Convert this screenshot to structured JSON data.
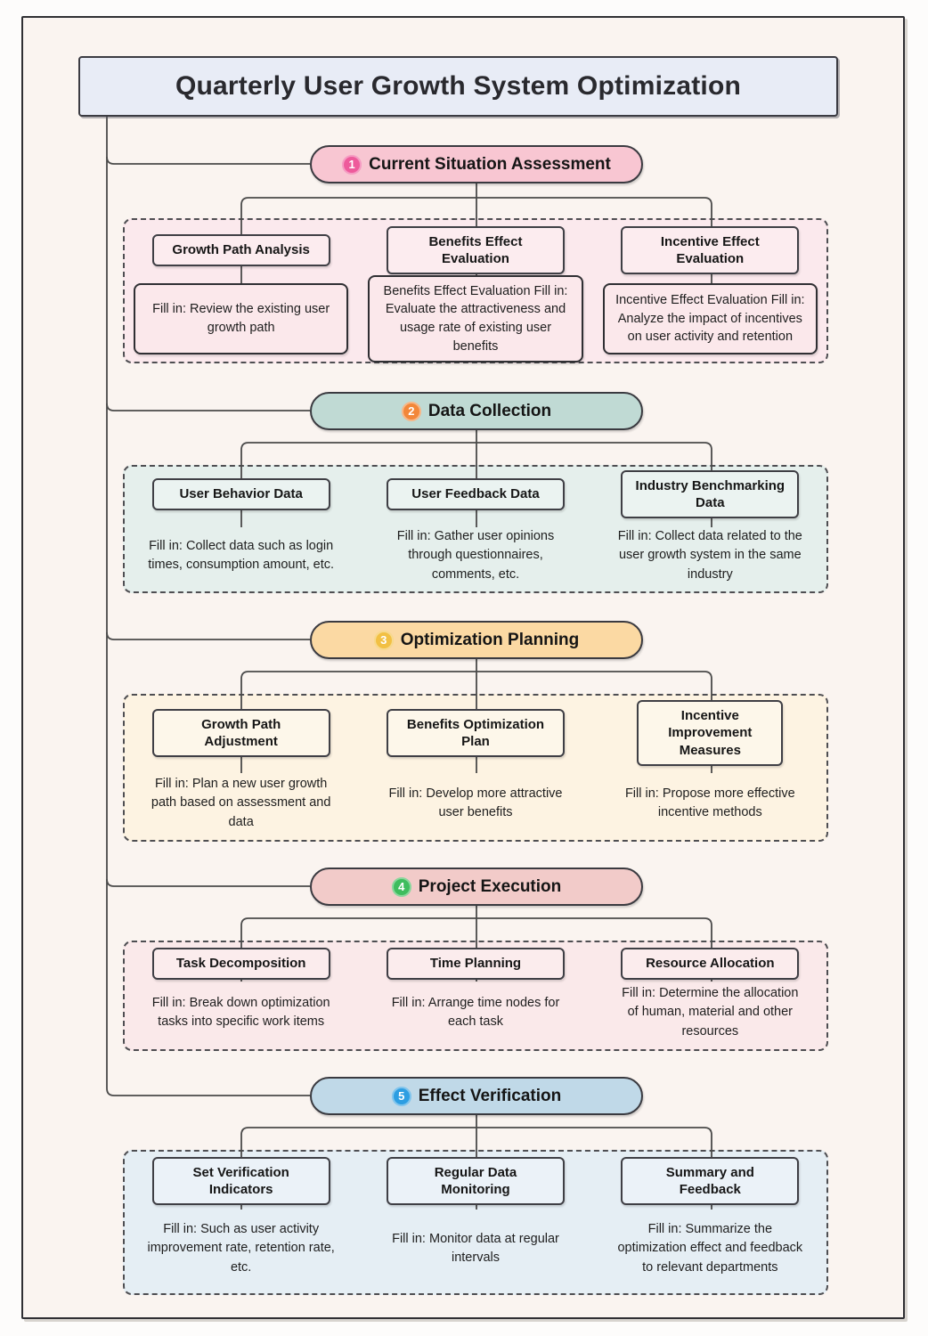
{
  "title": {
    "text": "Quarterly User Growth System Optimization",
    "bg": "#e8ecf6"
  },
  "sections": [
    {
      "number": "1",
      "label": "Current Situation Assessment",
      "badge_color": "#ee5a9b",
      "pill_bg": "#f8c6d2",
      "container_bg": "#fbe9ed",
      "header_bg": "#fcecef",
      "fillbox_bg": "#fbe8eb",
      "items": [
        {
          "title": "Growth Path Analysis",
          "fill": "Fill in: Review the existing user growth path"
        },
        {
          "title": "Benefits Effect Evaluation",
          "fill": "Benefits Effect Evaluation Fill in: Evaluate the attractiveness and usage rate of existing user benefits"
        },
        {
          "title": "Incentive Effect Evaluation",
          "fill": "Incentive Effect Evaluation Fill in: Analyze the impact of incentives on user activity and retention"
        }
      ]
    },
    {
      "number": "2",
      "label": "Data Collection",
      "badge_color": "#f2873a",
      "pill_bg": "#c0dad4",
      "container_bg": "#e5efec",
      "header_bg": "#ebf3f1",
      "items": [
        {
          "title": "User Behavior Data",
          "fill": "Fill in: Collect data such as login times, consumption amount, etc."
        },
        {
          "title": "User Feedback Data",
          "fill": "Fill in: Gather user opinions through questionnaires, comments, etc."
        },
        {
          "title": "Industry Benchmarking Data",
          "fill": "Fill in: Collect data related to the user growth system in the same industry"
        }
      ]
    },
    {
      "number": "3",
      "label": "Optimization Planning",
      "badge_color": "#f2c043",
      "pill_bg": "#fbd9a3",
      "container_bg": "#fdf3e2",
      "header_bg": "#fdf7ea",
      "items": [
        {
          "title": "Growth Path Adjustment",
          "fill": "Fill in: Plan a new user growth path based on assessment and data"
        },
        {
          "title": "Benefits Optimization Plan",
          "fill": "Fill in: Develop more attractive user benefits"
        },
        {
          "title": "Incentive Improvement Measures",
          "fill": "Fill in: Propose more effective incentive methods"
        }
      ]
    },
    {
      "number": "4",
      "label": "Project Execution",
      "badge_color": "#3fbd5e",
      "pill_bg": "#f2cbc9",
      "container_bg": "#fae9ea",
      "header_bg": "#fbeced",
      "items": [
        {
          "title": "Task Decomposition",
          "fill": "Fill in: Break down optimization tasks into specific work items"
        },
        {
          "title": "Time Planning",
          "fill": "Fill in: Arrange time nodes for each task"
        },
        {
          "title": "Resource Allocation",
          "fill": "Fill in: Determine the allocation of human, material and other resources"
        }
      ]
    },
    {
      "number": "5",
      "label": "Effect Verification",
      "badge_color": "#2d9ee2",
      "pill_bg": "#c0d9e8",
      "container_bg": "#e5eef4",
      "header_bg": "#ebf2f8",
      "items": [
        {
          "title": "Set Verification Indicators",
          "fill": "Fill in: Such as user activity improvement rate, retention rate, etc."
        },
        {
          "title": "Regular Data Monitoring",
          "fill": "Fill in: Monitor data at regular intervals"
        },
        {
          "title": "Summary and Feedback",
          "fill": "Fill in: Summarize the optimization effect and feedback to relevant departments"
        }
      ]
    }
  ],
  "connector_color": "#4a4a4a"
}
